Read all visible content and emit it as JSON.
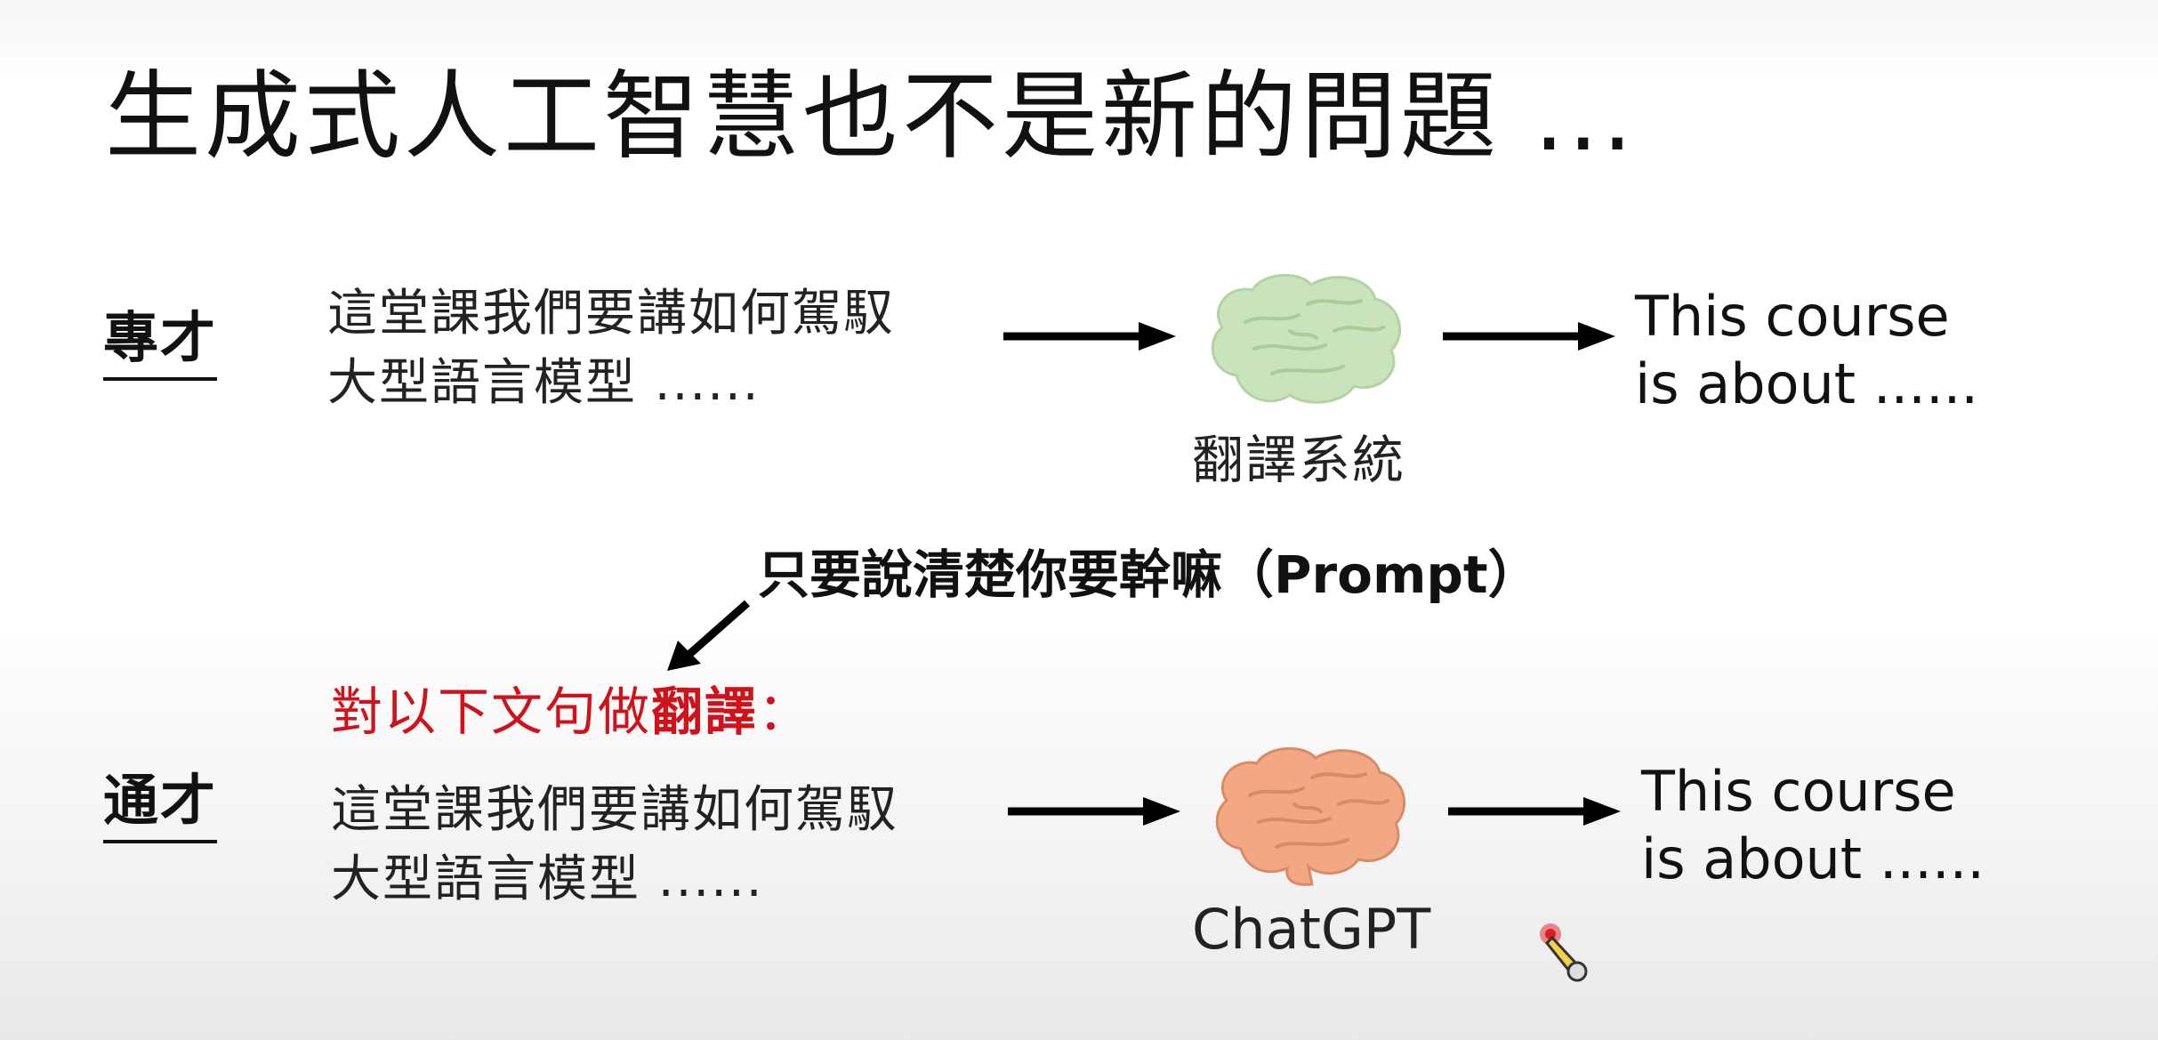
{
  "slide": {
    "title": "生成式人工智慧也不是新的問題 ...",
    "specialist": {
      "label": "專才",
      "input_line1": "這堂課我們要講如何駕馭",
      "input_line2": "大型語言模型 ......",
      "system_label": "翻譯系統",
      "output_line1": "This course",
      "output_line2": "is about ......"
    },
    "prompt_callout": "只要說清楚你要幹嘛（Prompt）",
    "generalist": {
      "label": "通才",
      "instruction_prefix": "對以下文句做",
      "instruction_keyword": "翻譯",
      "instruction_suffix": "：",
      "input_line1": "這堂課我們要講如何駕馭",
      "input_line2": "大型語言模型 ......",
      "system_label": "ChatGPT",
      "output_line1": "This course",
      "output_line2": "is about ......"
    }
  },
  "icons": {
    "brain_specialist": "brain-icon",
    "brain_generalist": "brain-icon",
    "pointer": "pen-pointer-icon"
  },
  "colors": {
    "instruction": "#d0121b",
    "brain_specialist": "#c9e3bd",
    "brain_generalist": "#f2a883"
  }
}
